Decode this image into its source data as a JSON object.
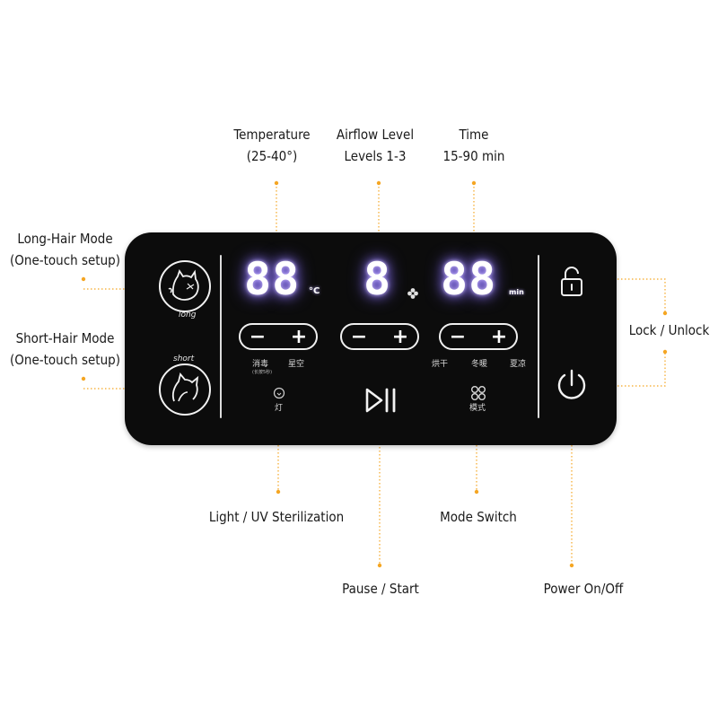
{
  "callouts": {
    "temperature": {
      "line1": "Temperature",
      "line2": "(25-40°)"
    },
    "airflow": {
      "line1": "Airflow Level",
      "line2": "Levels 1-3"
    },
    "time": {
      "line1": "Time",
      "line2": "15-90 min"
    },
    "long_hair": {
      "line1": "Long-Hair Mode",
      "line2": "(One-touch setup)"
    },
    "short_hair": {
      "line1": "Short-Hair Mode",
      "line2": "(One-touch setup)"
    },
    "lock": "Lock / Unlock",
    "light": "Light / UV Sterilization",
    "mode_switch": "Mode Switch",
    "pause": "Pause / Start",
    "power": "Power On/Off"
  },
  "panel": {
    "long_mode_label": "long",
    "short_mode_label": "short",
    "temperature_display": "88",
    "temperature_unit": "°C",
    "airflow_display": "8",
    "time_display": "88",
    "time_unit": "min",
    "minus_symbol": "−",
    "plus_symbol": "+",
    "temp_sub_labels": {
      "disinfect": "消毒",
      "disinfect_note": "(长按5秒)",
      "empty": "星空"
    },
    "time_sub_labels": {
      "dry": "烘干",
      "warm": "冬暖",
      "summer": "夏凉"
    },
    "light_label": "灯",
    "mode_label": "模式"
  },
  "colors": {
    "accent": "#f5a623",
    "panel": "#0c0c0c",
    "glow": "#9b85ff"
  },
  "icons": {
    "long_mode": "long-hair-cat-icon",
    "short_mode": "short-hair-cat-icon",
    "fan": "fan-icon",
    "light": "bulb-icon",
    "play_pause": "play-pause-icon",
    "mode": "four-circles-icon",
    "lock": "unlock-icon",
    "power": "power-icon"
  }
}
